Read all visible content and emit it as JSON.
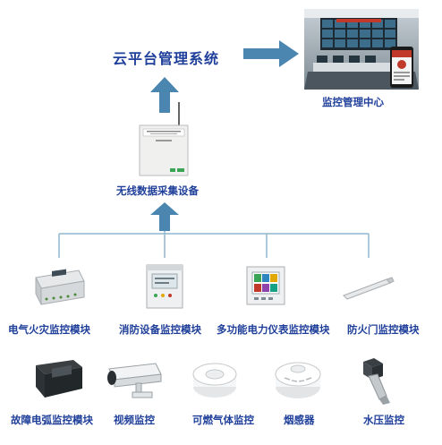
{
  "cloud_platform": {
    "label": "云平台管理系统"
  },
  "monitor_center": {
    "label": "监控管理中心"
  },
  "collector": {
    "label": "无线数据采集设备"
  },
  "modules_row1": [
    {
      "label": "电气火灾监控模块"
    },
    {
      "label": "消防设备监控模块"
    },
    {
      "label": "多功能电力仪表监控模块"
    },
    {
      "label": "防火门监控模块"
    }
  ],
  "modules_row2": [
    {
      "label": "故障电弧监控模块"
    },
    {
      "label": "视频监控"
    },
    {
      "label": "可燃气体监控"
    },
    {
      "label": "烟感器"
    },
    {
      "label": "水压监控"
    }
  ],
  "colors": {
    "arrow": "#4a86b0",
    "label": "#1f3f9a",
    "line": "#8fb7cf"
  }
}
